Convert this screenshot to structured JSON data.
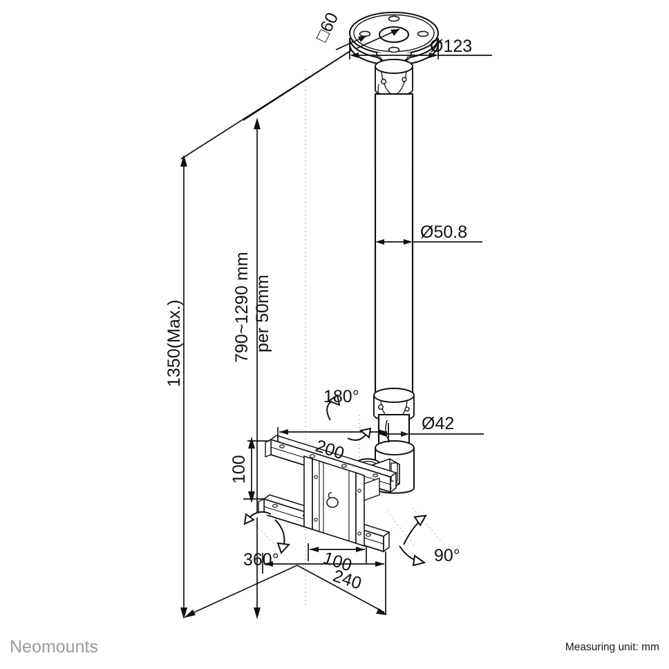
{
  "drawing": {
    "title": "Ceiling mount technical drawing",
    "product": "Neomounts ceiling TV mount",
    "projection": "isometric",
    "dimensions": {
      "ceiling_plate_diameter": "Ø123",
      "ceiling_plate_bolt_square": "□60",
      "outer_tube_diameter": "Ø50.8",
      "inner_tube_diameter": "Ø42",
      "total_height_max": "1350(Max.)",
      "height_range": "790~1290 mm",
      "height_increment": "per 50mm",
      "vesa_width_upper": "200",
      "vesa_height": "100",
      "vesa_width_lower": "100",
      "rail_width": "240"
    },
    "rotations": {
      "swivel": "180°",
      "rotate": "360°",
      "tilt": "90°"
    }
  },
  "footer": {
    "brand": "Neomounts",
    "measuring_unit": "Measuring unit: mm"
  },
  "labels": {
    "d123": "Ø123",
    "sq60": "□60",
    "d508": "Ø50.8",
    "d42": "Ø42",
    "h1350": "1350(Max.)",
    "range": "790~1290 mm",
    "step": "per 50mm",
    "w200": "200",
    "h100": "100",
    "w100": "100",
    "w240": "240",
    "a180": "180°",
    "a360": "360°",
    "a90": "90°"
  },
  "colors": {
    "line": "#111111",
    "hidden_line": "#c9c9c9",
    "brand_text": "#9b9b9b",
    "background": "#ffffff"
  }
}
